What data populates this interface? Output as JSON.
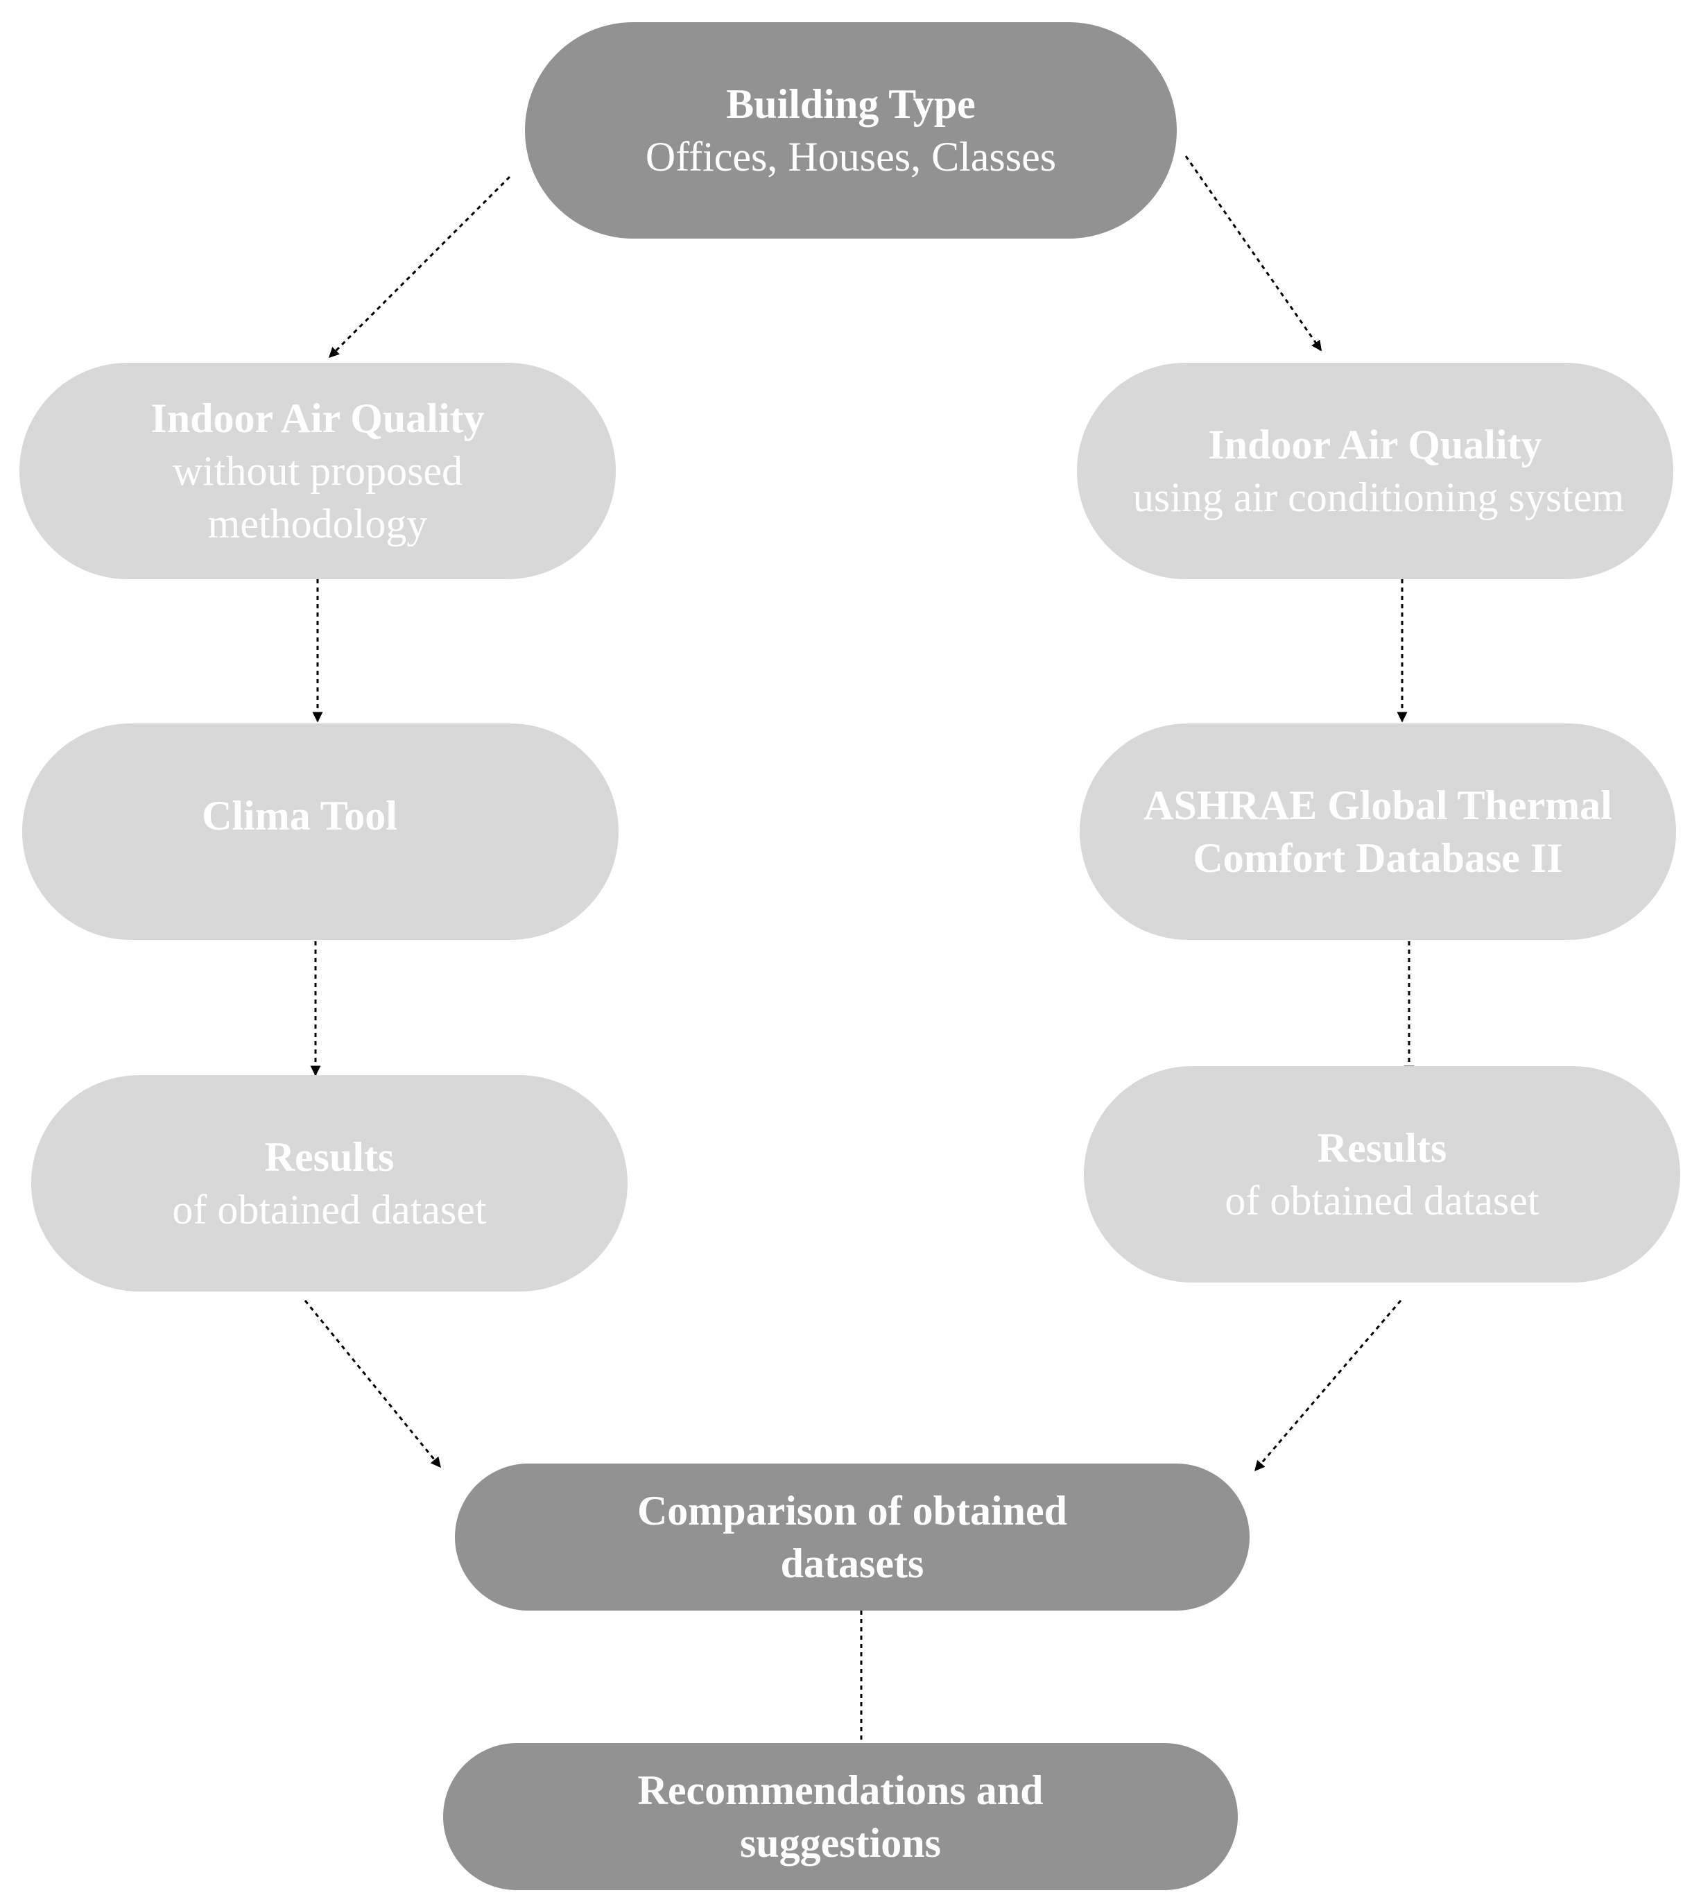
{
  "nodes": {
    "building_type": {
      "title": "Building Type",
      "subtitle": "Offices, Houses, Classes"
    },
    "iaq_left": {
      "title": "Indoor Air Quality",
      "subtitle_line1": "without proposed",
      "subtitle_line2": "methodology"
    },
    "iaq_right": {
      "title": "Indoor Air Quality",
      "subtitle": "using air conditioning system"
    },
    "clima_tool": {
      "title": "Clima Tool"
    },
    "ashrae": {
      "line1": "ASHRAE Global Thermal",
      "line2": "Comfort Database II"
    },
    "results_left": {
      "title": "Results",
      "subtitle": "of obtained dataset"
    },
    "results_right": {
      "title": "Results",
      "subtitle": "of obtained dataset"
    },
    "comparison": {
      "line1": "Comparison of obtained",
      "line2": "datasets"
    },
    "recommendations": {
      "line1": "Recommendations and",
      "line2": "suggestions"
    }
  },
  "colors": {
    "primary_node": "#929292",
    "secondary_node": "#d8d8d8",
    "text": "#ffffff",
    "connector": "#000000"
  }
}
